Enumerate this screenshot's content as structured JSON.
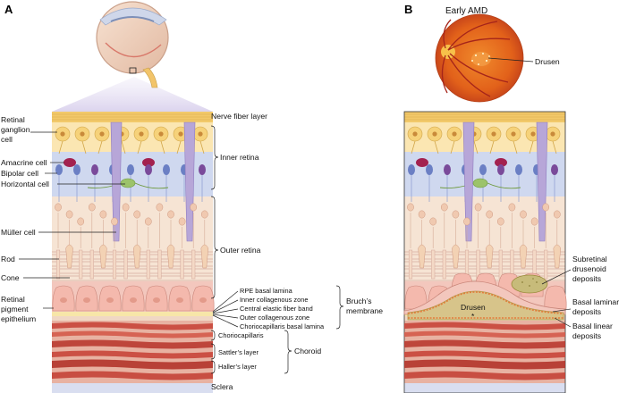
{
  "panel_a": {
    "letter": "A",
    "left_labels": {
      "retinal_ganglion_cell": [
        "Retinal",
        "ganglion",
        "cell"
      ],
      "amacrine_cell": "Amacrine cell",
      "bipolar_cell": "Bipolar cell",
      "horizontal_cell": "Horizontal cell",
      "muller_cell": "Müller cell",
      "rod": "Rod",
      "cone": "Cone",
      "rpe": [
        "Retinal",
        "pigment",
        "epithelium"
      ]
    },
    "right_labels": {
      "nerve_fiber_layer": "Nerve fiber layer",
      "inner_retina": "Inner retina",
      "outer_retina": "Outer retina",
      "bruchs_layers": [
        "RPE basal lamina",
        "Inner collagenous zone",
        "Central elastic fiber band",
        "Outer collagenous zone",
        "Choriocapillaris basal lamina"
      ],
      "bruchs_membrane": [
        "Bruch’s",
        "membrane"
      ],
      "choroid_layers": [
        "Choriocapillaris",
        "Sattler’s layer",
        "Haller’s layer"
      ],
      "choroid": "Choroid",
      "sclera": "Sclera"
    }
  },
  "panel_b": {
    "letter": "B",
    "title": "Early AMD",
    "fundus_label": "Drusen",
    "drusen_label": "Drusen",
    "right_labels": {
      "subretinal_drusenoid": [
        "Subretinal",
        "drusenoid",
        "deposits"
      ],
      "basal_laminar": [
        "Basal laminar",
        "deposits"
      ],
      "basal_linear": [
        "Basal linear",
        "deposits"
      ]
    }
  },
  "colors": {
    "nerve_fiber": "#f2c96a",
    "inner_retina": "#fbe6b2",
    "bipolar_band": "#cfd8ef",
    "outer_retina": "#f6e4d4",
    "rpe": "#f3c7bd",
    "choroid_red": "#c8453a",
    "sclera": "#d9def0",
    "muller": "#b7a6d8",
    "fundus": "#e8631a",
    "drusen": "#d7c48a",
    "sdd": "#c7bb7a"
  }
}
